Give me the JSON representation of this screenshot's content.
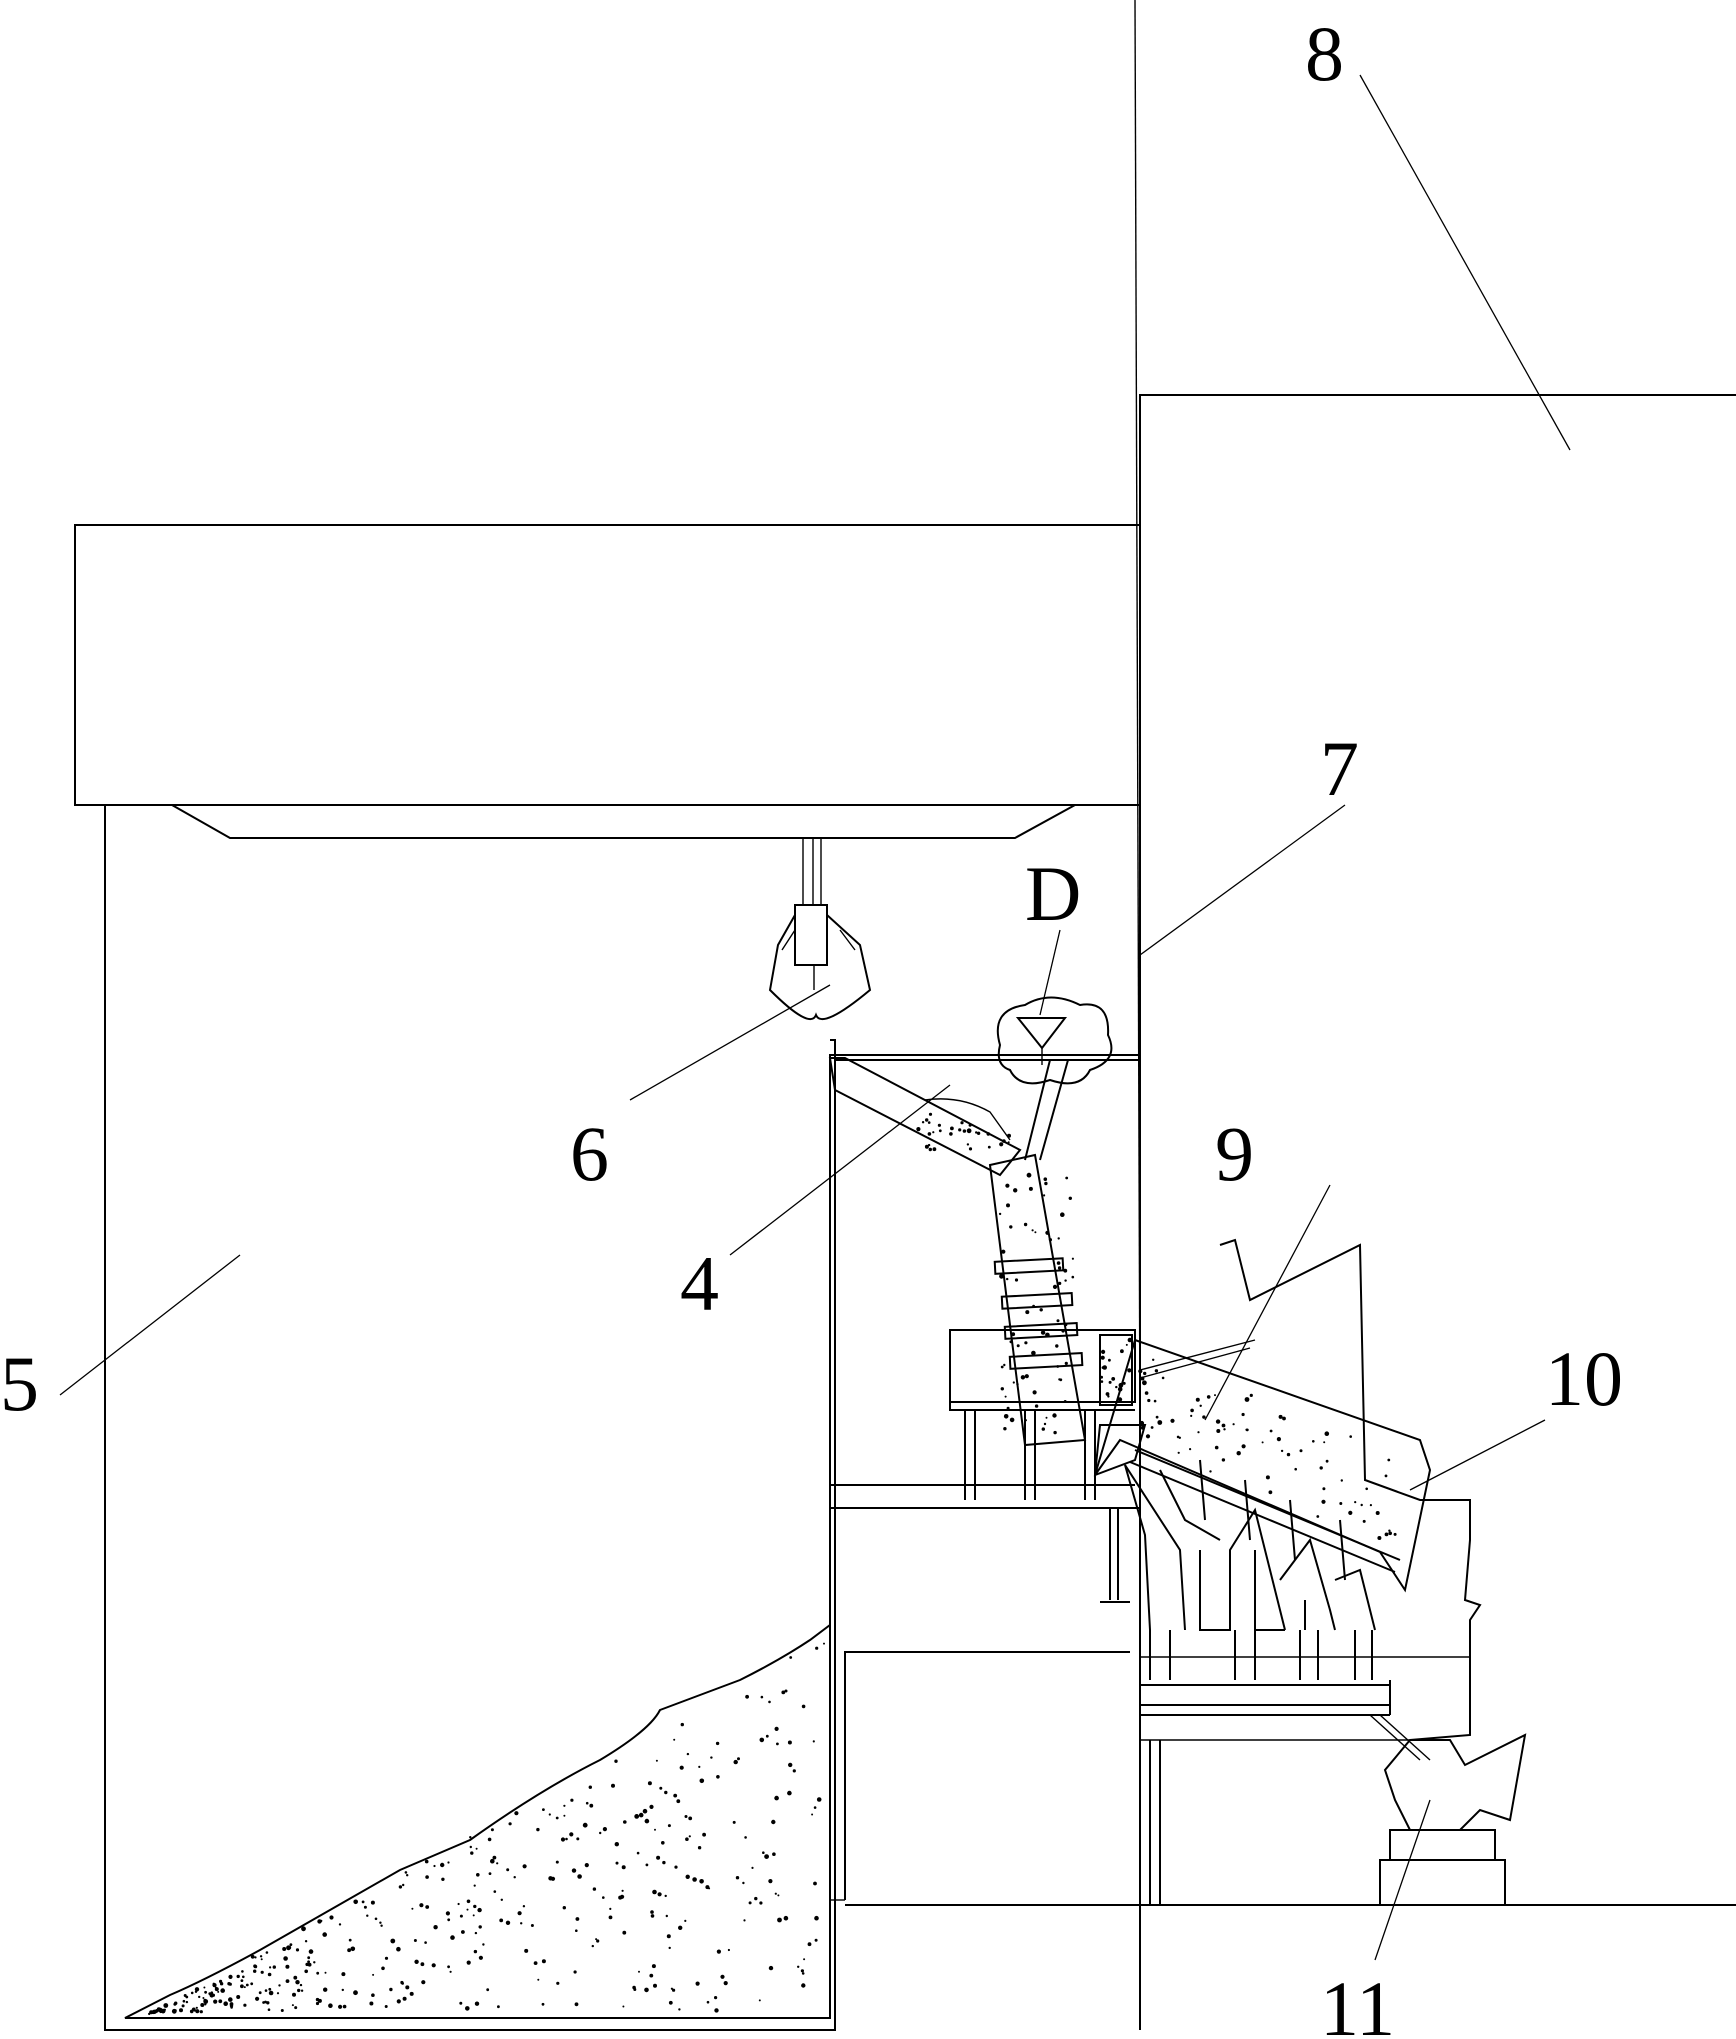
{
  "labels": [
    {
      "id": "label-8",
      "text": "8"
    },
    {
      "id": "label-7",
      "text": "7"
    },
    {
      "id": "label-D",
      "text": "D"
    },
    {
      "id": "label-6",
      "text": "6"
    },
    {
      "id": "label-9",
      "text": "9"
    },
    {
      "id": "label-4",
      "text": "4"
    },
    {
      "id": "label-10",
      "text": "10"
    },
    {
      "id": "label-5",
      "text": "5"
    },
    {
      "id": "label-11",
      "text": "11"
    }
  ]
}
